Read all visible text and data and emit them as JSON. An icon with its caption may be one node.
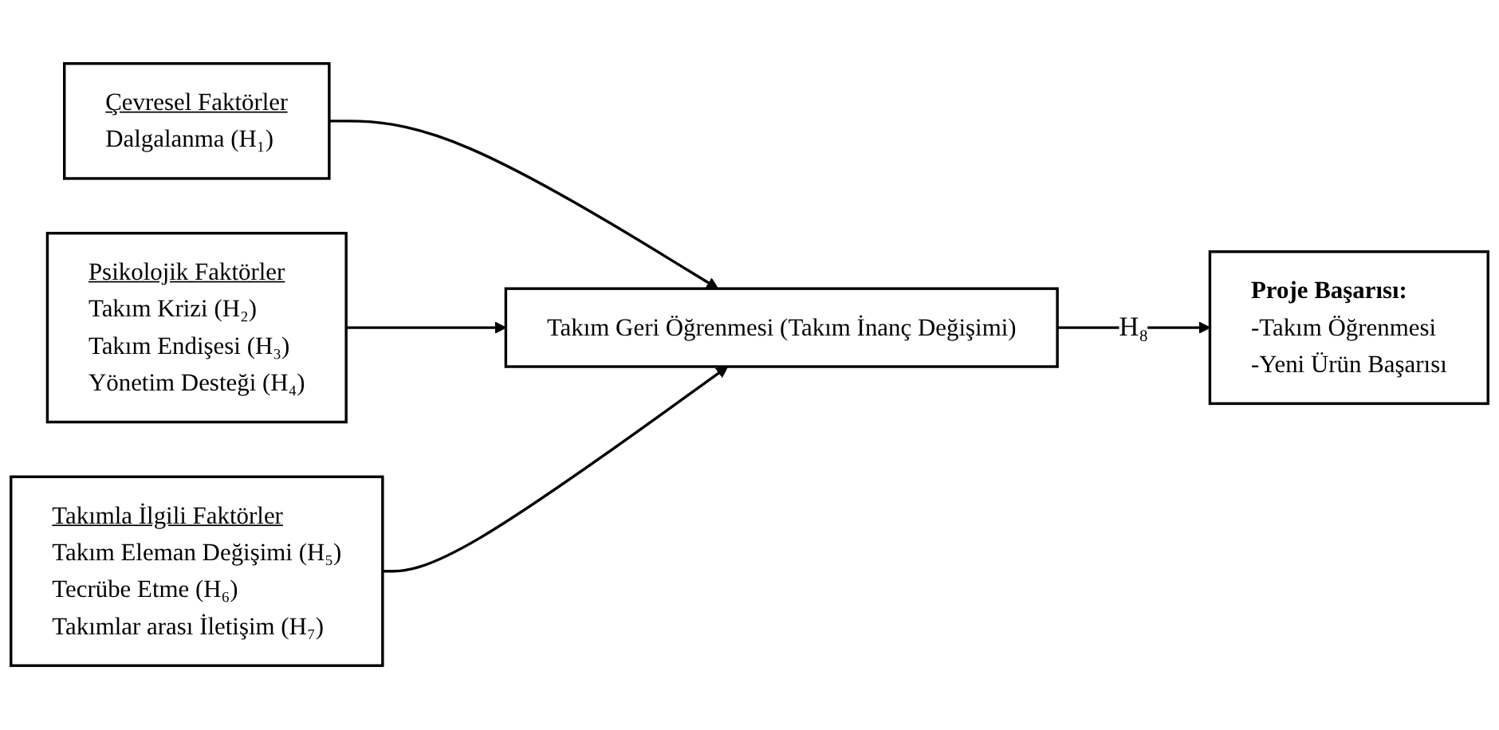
{
  "diagram": {
    "nodes": [
      {
        "text": [
          "Çevresel Faktörler",
          "Dalgalanma (H₁)"
        ]
      },
      {
        "text": [
          "Psikolojik Faktörler",
          "Takım Krizi (H₂)",
          "Takım Endişesi (H₃)",
          "Yönetim Desteği (H₄)"
        ]
      },
      {
        "text": [
          "Takımla İlgili Faktörler",
          "Takım Eleman Değişimi (H₅)",
          "Tecrübe Etme (H₆)",
          "Takımlar arası İletişim (H₇)"
        ]
      },
      {
        "text": [
          "Takım Geri Öğrenmesi (Takım İnanç Değişimi)"
        ]
      },
      {
        "text": [
          "Proje Başarısı:",
          "-Takım Öğrenmesi",
          "-Yeni Ürün Başarısı"
        ]
      }
    ],
    "edges": [
      {
        "from": 0,
        "to": 3,
        "arrow": "to"
      },
      {
        "from": 1,
        "to": 3,
        "arrow": "to"
      },
      {
        "from": 2,
        "to": 3,
        "arrow": "to"
      },
      {
        "from": 3,
        "to": 4,
        "label": "H₈",
        "arrow": "to"
      }
    ]
  }
}
